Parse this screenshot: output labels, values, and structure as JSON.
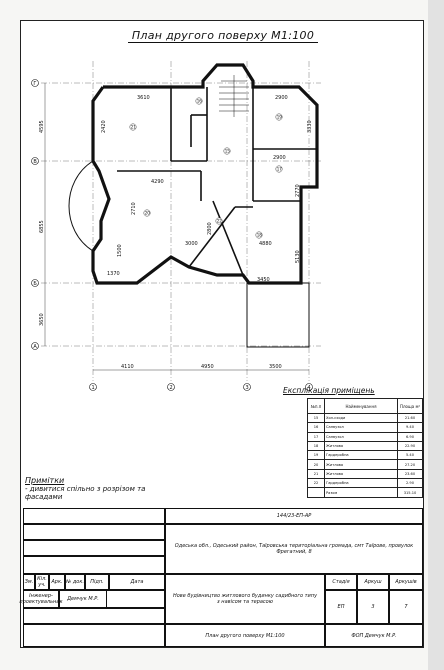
{
  "title": "План другого поверху М1:100",
  "dimensions": {
    "top": [
      "3610",
      "2900"
    ],
    "inner": [
      "2420",
      "3330",
      "2900",
      "4290",
      "2710",
      "2770",
      "5130",
      "4880",
      "3000",
      "2800",
      "1500",
      "1370",
      "3450"
    ],
    "left": [
      "4595",
      "6855",
      "3650"
    ],
    "bottom": [
      "4110",
      "4950",
      "3500"
    ]
  },
  "axes": {
    "rows": [
      "Г",
      "В",
      "Б",
      "А"
    ],
    "cols": [
      "1",
      "2",
      "3",
      "4"
    ]
  },
  "rooms": [
    "15",
    "16",
    "17",
    "18",
    "19",
    "20",
    "21",
    "22"
  ],
  "legend": {
    "title": "Експлікація приміщень",
    "headers": [
      "№п.п",
      "Найменування",
      "Площа м²"
    ],
    "rows": [
      [
        "15",
        "Хол-сходи",
        "21.60"
      ],
      [
        "16",
        "Санвузол",
        "9.40"
      ],
      [
        "17",
        "Санвузол",
        "6.90"
      ],
      [
        "18",
        "Житлова",
        "22.90"
      ],
      [
        "19",
        "Гардеробна",
        "5.40"
      ],
      [
        "20",
        "Житлова",
        "27.20"
      ],
      [
        "21",
        "Житлова",
        "23.60"
      ],
      [
        "22",
        "Гардеробна",
        "2.90"
      ],
      [
        "",
        "Разом",
        "315.10"
      ]
    ]
  },
  "notes": {
    "header": "Примітки",
    "text": "- дивитися спільно з розрізом та фасадами"
  },
  "stamp": {
    "code": "144/23-ЕП-АР",
    "address": "Одеська обл., Одеський район, Таїровська територіальна громада, смт Таїрове, провулок Фрегатний, 8",
    "project": "Нове будівництво житлового будинку садибного типу з навісом та терасою",
    "sheet_name": "План другого поверху М1:100",
    "company": "ФОП Демчук М.Р.",
    "col_headers": [
      "Зм.",
      "Кіл. уч.",
      "Арк.",
      "№ док.",
      "Підп.",
      "Дата"
    ],
    "role": "Інженер-проектувальник",
    "person": "Демчук М.Р.",
    "stage_label": "Стадія",
    "sheet_label": "Аркуш",
    "sheets_label": "Аркушів",
    "stage": "ЕП",
    "sheet": "3",
    "sheets": "7"
  }
}
